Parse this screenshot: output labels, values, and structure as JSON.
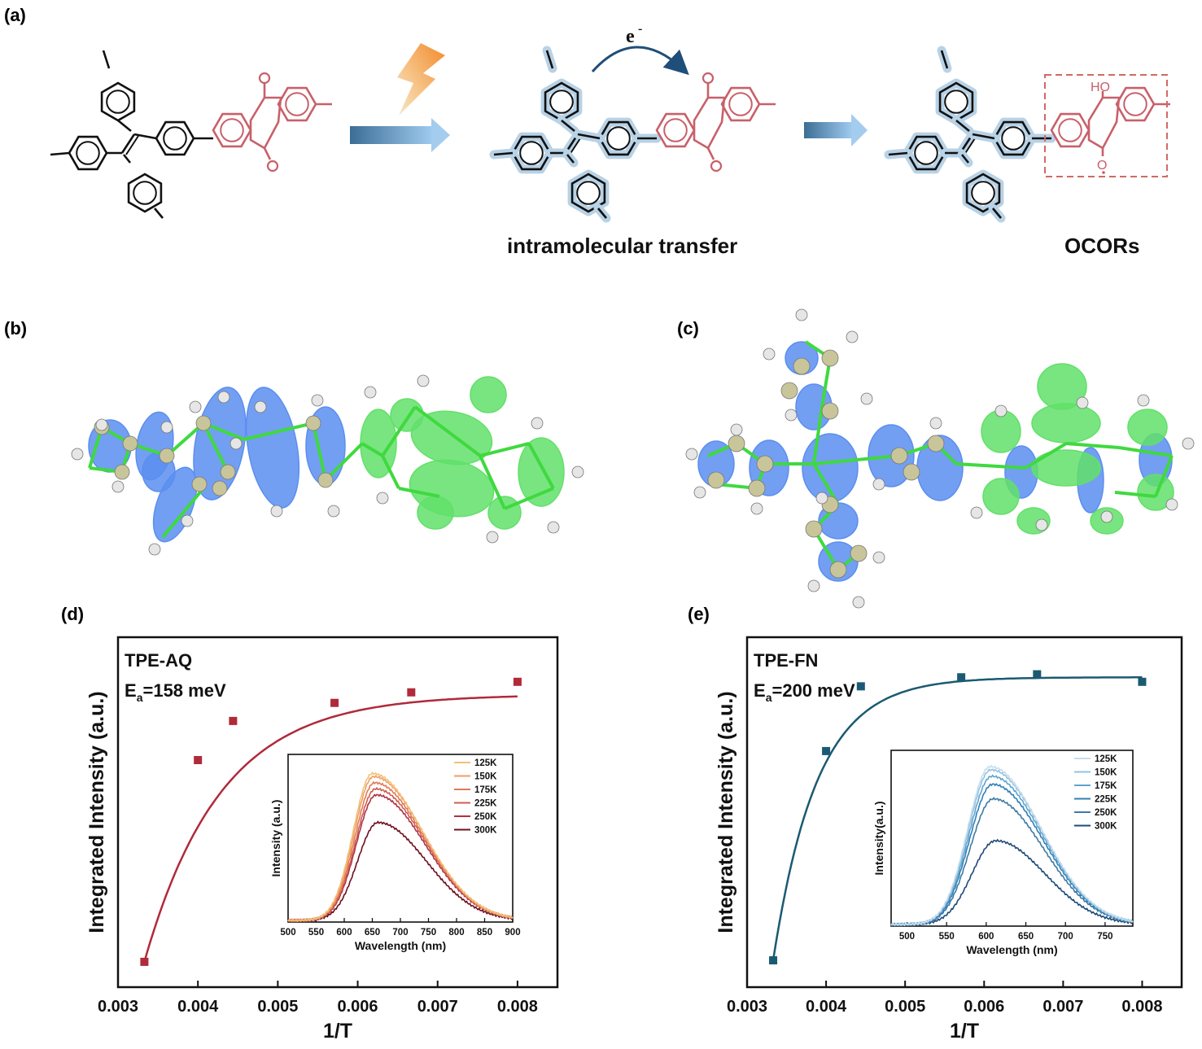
{
  "panel_labels": {
    "a": "(a)",
    "b": "(b)",
    "c": "(c)",
    "d": "(d)",
    "e": "(e)"
  },
  "scheme": {
    "electron_label": "e",
    "electron_sup": "-",
    "caption_middle": "intramolecular transfer",
    "caption_right": "OCORs",
    "ho_label": "HO",
    "o_label": "O",
    "colors": {
      "donor": "#111111",
      "acceptor": "#c8606a",
      "arrow": "#5b93c7",
      "glow": "#b8d2e6",
      "bolt": "#f19a3c"
    }
  },
  "orbitals": {
    "colors": {
      "homo": "#5b8ef0",
      "lumo": "#62e06a",
      "atom_c": "#c9c59a",
      "atom_h": "#e6e6e6",
      "bond": "#3fd93f"
    }
  },
  "chart_data": [
    {
      "type": "scatter",
      "panel": "(d)",
      "annotation": "TPE-AQ",
      "activation": {
        "prefix": "E",
        "sub": "a",
        "suffix": "=158 meV"
      },
      "xlabel": "1/T",
      "ylabel": "Integrated Intensity (a.u.)",
      "xlim": [
        0.003,
        0.0085
      ],
      "xticks": [
        "0.003",
        "0.004",
        "0.005",
        "0.006",
        "0.007",
        "0.008"
      ],
      "color": "#b02a3a",
      "points": [
        [
          0.00333,
          0.03
        ],
        [
          0.004,
          0.7
        ],
        [
          0.00444,
          0.83
        ],
        [
          0.00571,
          0.89
        ],
        [
          0.00667,
          0.925
        ],
        [
          0.008,
          0.96
        ]
      ],
      "fit": {
        "plateau": 0.918,
        "k": 1050
      },
      "inset": {
        "type": "line",
        "xlabel": "Wavelength (nm)",
        "ylabel": "Intensity (a.u.)",
        "xlim": [
          500,
          900
        ],
        "xticks": [
          "500",
          "550",
          "600",
          "650",
          "700",
          "750",
          "800",
          "850",
          "900"
        ],
        "series": [
          {
            "name": "125K",
            "color": "#f3c079",
            "peak": 650,
            "amp": 0.96
          },
          {
            "name": "150K",
            "color": "#ee9f63",
            "peak": 652,
            "amp": 0.94
          },
          {
            "name": "175K",
            "color": "#e07a56",
            "peak": 654,
            "amp": 0.9
          },
          {
            "name": "225K",
            "color": "#cf5c4e",
            "peak": 656,
            "amp": 0.86
          },
          {
            "name": "250K",
            "color": "#ad3344",
            "peak": 657,
            "amp": 0.82
          },
          {
            "name": "300K",
            "color": "#6b1020",
            "peak": 660,
            "amp": 0.64
          }
        ]
      }
    },
    {
      "type": "scatter",
      "panel": "(e)",
      "annotation": "TPE-FN",
      "activation": {
        "prefix": "E",
        "sub": "a",
        "suffix": "=200 meV"
      },
      "xlabel": "1/T",
      "ylabel": "Integrated Intensity (a.u.)",
      "xlim": [
        0.003,
        0.0085
      ],
      "xticks": [
        "0.003",
        "0.004",
        "0.005",
        "0.006",
        "0.007",
        "0.008"
      ],
      "color": "#1b5a72",
      "points": [
        [
          0.00333,
          0.035
        ],
        [
          0.004,
          0.73
        ],
        [
          0.00444,
          0.945
        ],
        [
          0.00571,
          0.975
        ],
        [
          0.00667,
          0.985
        ],
        [
          0.008,
          0.96
        ]
      ],
      "fit": {
        "plateau": 0.975,
        "k": 1800
      },
      "inset": {
        "type": "line",
        "xlabel": "Wavelength (nm)",
        "ylabel": "Intensity(a.u.)",
        "xlim": [
          480,
          785
        ],
        "xticks": [
          "500",
          "550",
          "600",
          "650",
          "700",
          "750"
        ],
        "series": [
          {
            "name": "125K",
            "color": "#c7dded",
            "peak": 605,
            "amp": 0.98
          },
          {
            "name": "150K",
            "color": "#93c3e0",
            "peak": 606,
            "amp": 0.96
          },
          {
            "name": "175K",
            "color": "#5fa4cf",
            "peak": 607,
            "amp": 0.92
          },
          {
            "name": "225K",
            "color": "#2f7fb6",
            "peak": 608,
            "amp": 0.87
          },
          {
            "name": "250K",
            "color": "#3f79a3",
            "peak": 609,
            "amp": 0.78
          },
          {
            "name": "300K",
            "color": "#1e4a7a",
            "peak": 612,
            "amp": 0.52
          }
        ]
      }
    }
  ]
}
